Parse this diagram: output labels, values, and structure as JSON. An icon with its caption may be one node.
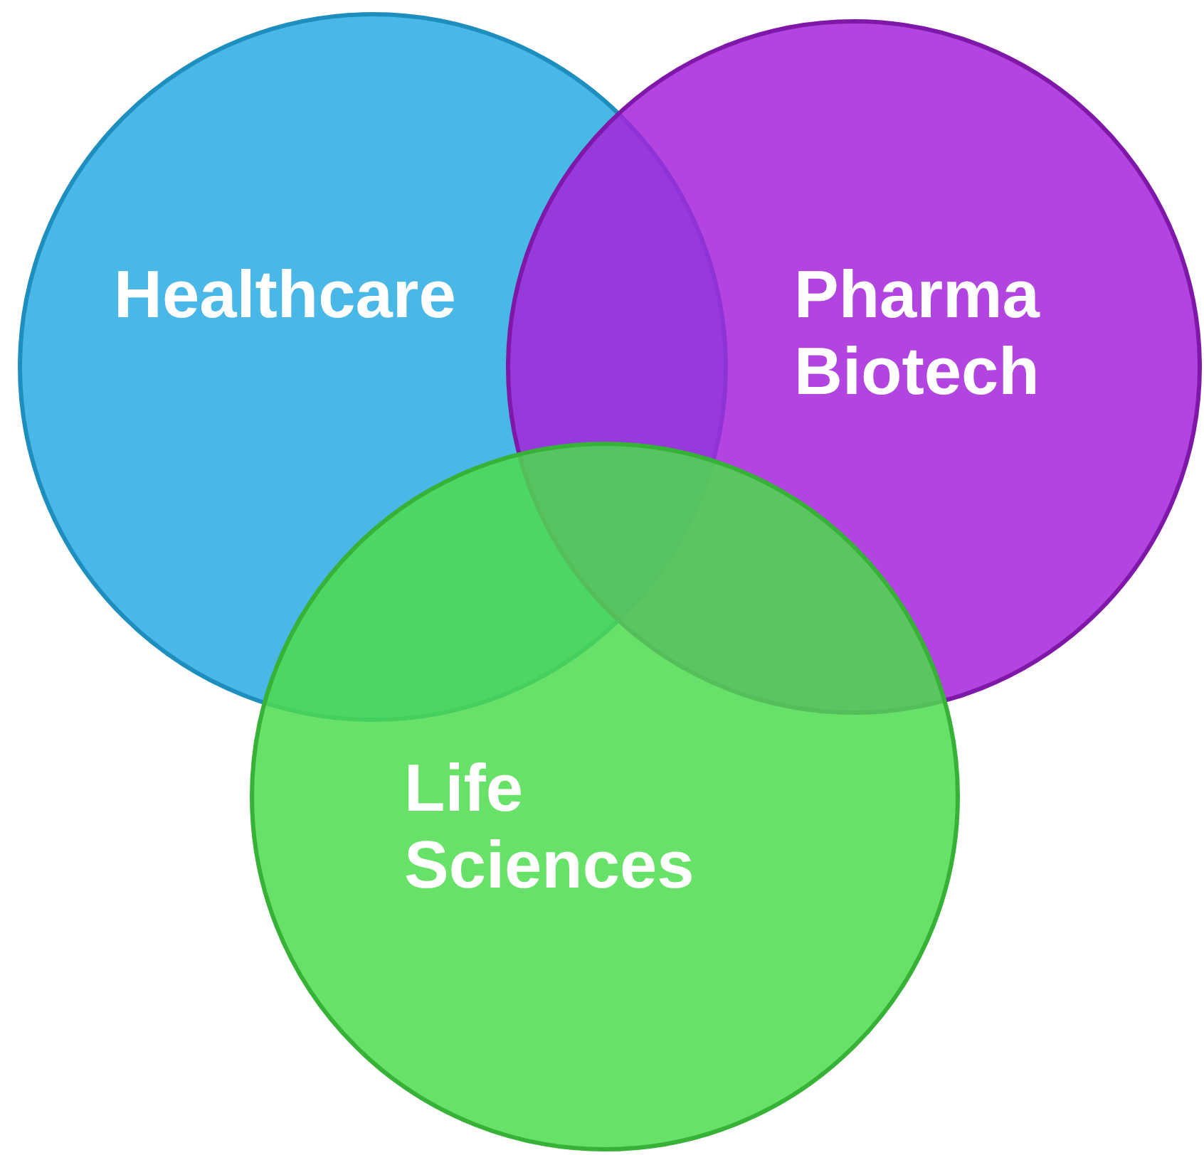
{
  "diagram": {
    "nodes": [
      {
        "text": [
          "Healthcare"
        ]
      },
      {
        "text": [
          "Pharma Biotech"
        ]
      },
      {
        "text": [
          "Life Sciences"
        ]
      }
    ]
  }
}
